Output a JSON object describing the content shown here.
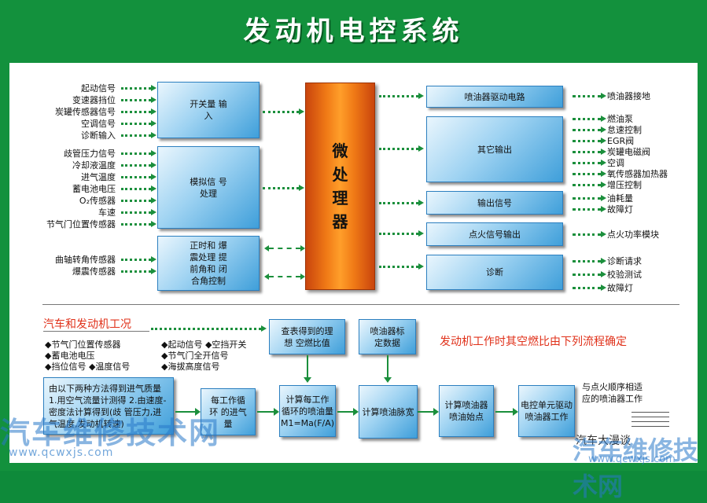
{
  "title": "发动机电控系统",
  "inputs": {
    "switch": [
      "起动信号",
      "变速器挡位",
      "炭罐传感器信号",
      "空调信号",
      "诊断输入"
    ],
    "analog": [
      "歧管压力信号",
      "冷却液温度",
      "进气温度",
      "蓄电池电压",
      "O₂传感器",
      "车速",
      "节气门位置传感器"
    ],
    "timing": [
      "曲轴转角传感器",
      "爆震传感器"
    ]
  },
  "input_boxes": {
    "switch": "开关量 输入",
    "analog": "模拟信 号处理",
    "timing": "正时和 爆震处理 提前角和 闭合角控制"
  },
  "cpu": [
    "微",
    "处",
    "理",
    "器"
  ],
  "output_boxes": {
    "driver": "喷油器驱动电路",
    "other": "其它输出",
    "signal": "输出信号",
    "ignition": "点火信号输出",
    "diag": "诊断"
  },
  "outputs": {
    "driver": [
      "喷油器接地"
    ],
    "other": [
      "燃油泵",
      "怠速控制",
      "EGR阀",
      "炭罐电磁阀",
      "空调",
      "氧传感器加热器",
      "增压控制"
    ],
    "signal": [
      "油耗量",
      "故障灯"
    ],
    "ignition": [
      "点火功率模块"
    ],
    "diag": [
      "诊断请求",
      "校验测试",
      "故障灯"
    ]
  },
  "conditions": {
    "title": "汽车和发动机工况",
    "left": [
      "◆节气门位置传感器",
      "◆蓄电池电压",
      "◆挡位信号  ◆温度信号"
    ],
    "right": [
      "◆起动信号  ◆空挡开关",
      "◆节气门全开信号",
      "◆海拔高度信号"
    ]
  },
  "lookup_boxes": {
    "afr": "查表得到的理想 空燃比值",
    "cal": "喷油器标 定数据"
  },
  "flow_note": "发动机工作时其空燃比由下列流程确定",
  "flow": {
    "intake": "由以下两种方法得到进气质量 1.用空气流量计测得 2.由速度-密度法计算得到(歧 管压力,进气温度,发动机转速)",
    "cycle_air": "每工作循环 的进气量",
    "fuel_calc": "计算每工作 循环的喷油量 M1=Ma(F/A)",
    "pulse": "计算喷油脉宽",
    "start": "计算喷油器 喷油始点",
    "ecu": "电控单元驱动 喷油器工作"
  },
  "fan_note": "与点火顺序相适 应的喷油器工作",
  "watermarks": {
    "w1": "汽车维修技术网",
    "w2": "www.qcwxjs.com",
    "w3": "汽车维修技术网",
    "w4": "www.qcwxjs.com",
    "logo": "汽车大漫谈"
  },
  "colors": {
    "frame": "#13913d",
    "box": "#3f9fda",
    "cpu": "#f07a16",
    "accent_text": "#e0311a",
    "arrow": "#1b8f3c"
  }
}
